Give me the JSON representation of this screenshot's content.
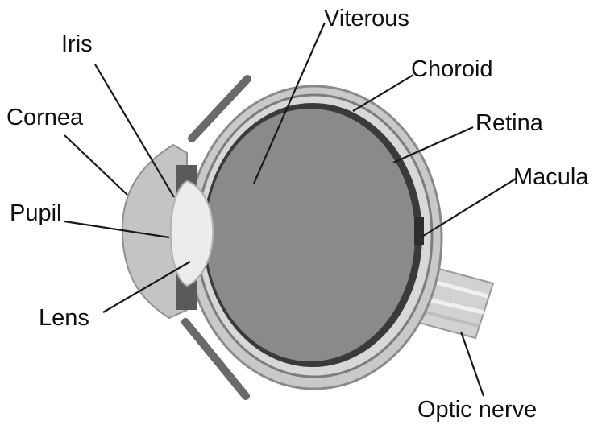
{
  "labels": {
    "iris": "Iris",
    "cornea": "Cornea",
    "pupil": "Pupil",
    "lens": "Lens",
    "viterous": "Viterous",
    "choroid": "Choroid",
    "retina": "Retina",
    "macula": "Macula",
    "optic_nerve": "Optic nerve"
  }
}
